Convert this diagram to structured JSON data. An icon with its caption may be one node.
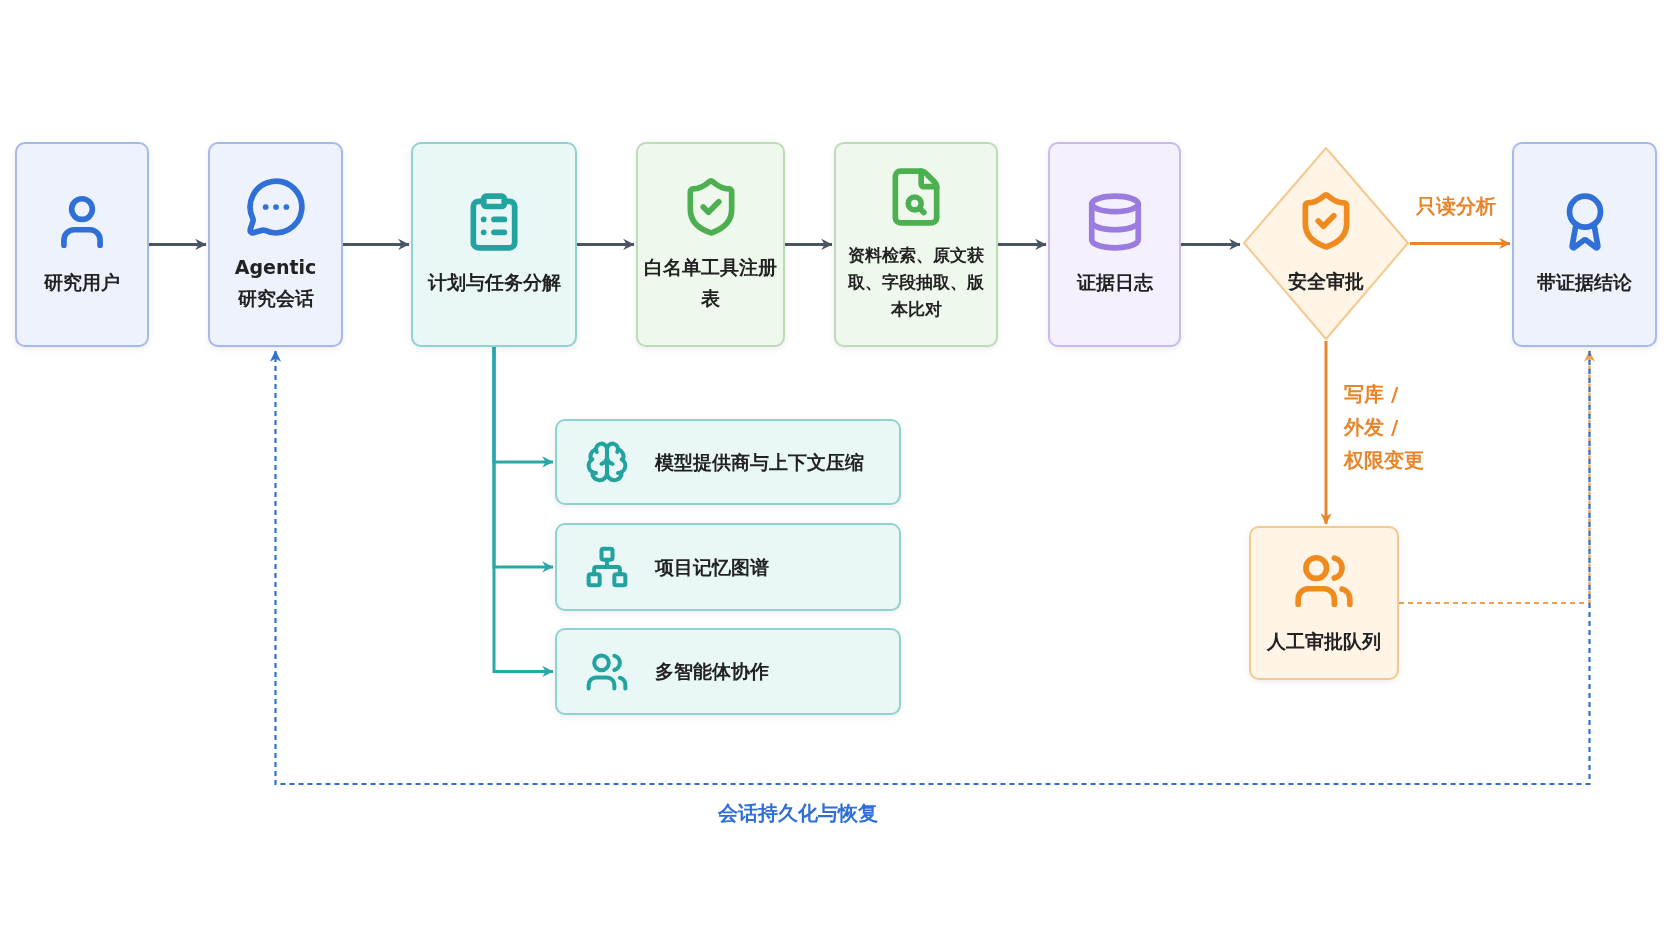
{
  "diagram": {
    "nodes": [
      {
        "text": [
          "研究用户"
        ]
      },
      {
        "text": [
          "Agentic 研究会话"
        ]
      },
      {
        "text": [
          "计划与任务分解"
        ]
      },
      {
        "text": [
          "白名单工具注册表"
        ]
      },
      {
        "text": [
          "资料检索、原文获取、字段抽取、版本比对"
        ]
      },
      {
        "text": [
          "证据日志"
        ]
      },
      {
        "text": [
          "安全审批"
        ]
      },
      {
        "text": [
          "带证据结论"
        ]
      },
      {
        "text": [
          "模型提供商与上下文压缩"
        ]
      },
      {
        "text": [
          "项目记忆图谱"
        ]
      },
      {
        "text": [
          "多智能体协作"
        ]
      },
      {
        "text": [
          "人工审批队列"
        ]
      }
    ],
    "edges": [
      {
        "from": 0,
        "to": 1,
        "arrow": "to"
      },
      {
        "from": 1,
        "to": 2,
        "arrow": "to"
      },
      {
        "from": 2,
        "to": 3,
        "arrow": "to"
      },
      {
        "from": 3,
        "to": 4,
        "arrow": "to"
      },
      {
        "from": 4,
        "to": 5,
        "arrow": "to"
      },
      {
        "from": 5,
        "to": 6,
        "arrow": "to"
      },
      {
        "from": 6,
        "to": 7,
        "arrow": "to",
        "label": "只读分析",
        "color": "#e8842a"
      },
      {
        "from": 6,
        "to": 11,
        "arrow": "to",
        "label": "写库 / 外发 / 权限变更",
        "color": "#e8842a"
      },
      {
        "from": 2,
        "to": 8,
        "arrow": "to",
        "color": "#2aa8a8"
      },
      {
        "from": 2,
        "to": 9,
        "arrow": "to",
        "color": "#2aa8a8"
      },
      {
        "from": 2,
        "to": 10,
        "arrow": "to",
        "color": "#2aa8a8"
      },
      {
        "from": 11,
        "to": 7,
        "arrow": "to",
        "style": "dashed",
        "color": "#eea04a"
      },
      {
        "from": 7,
        "to": 1,
        "arrow": "to",
        "style": "dashed",
        "label": "会话持久化与恢复",
        "color": "#2f6fd6"
      }
    ]
  }
}
